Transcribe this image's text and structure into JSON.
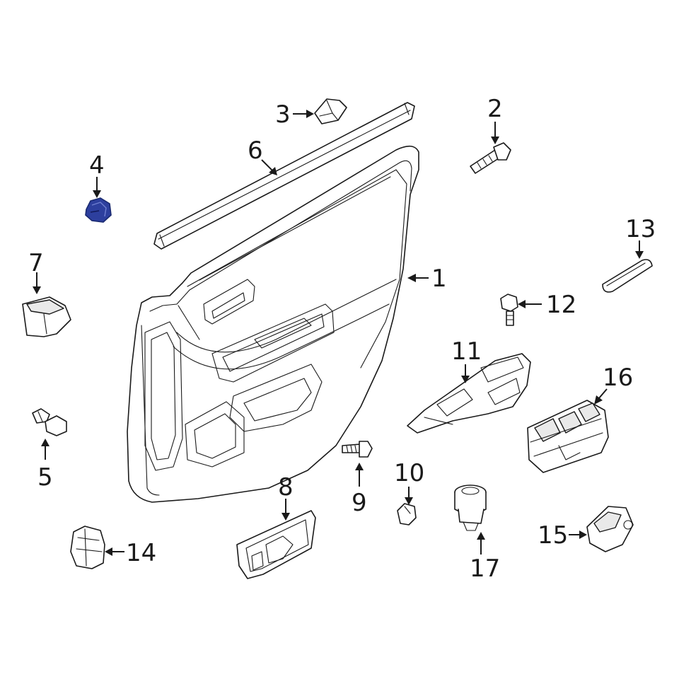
{
  "diagram": {
    "highlight_color": "#2d3f9e",
    "line_color": "#1a1a1a",
    "background_color": "#ffffff",
    "callouts": [
      {
        "id": "1",
        "label": "1"
      },
      {
        "id": "2",
        "label": "2"
      },
      {
        "id": "3",
        "label": "3"
      },
      {
        "id": "4",
        "label": "4",
        "highlighted": true
      },
      {
        "id": "5",
        "label": "5"
      },
      {
        "id": "6",
        "label": "6"
      },
      {
        "id": "7",
        "label": "7"
      },
      {
        "id": "8",
        "label": "8"
      },
      {
        "id": "9",
        "label": "9"
      },
      {
        "id": "10",
        "label": "10"
      },
      {
        "id": "11",
        "label": "11"
      },
      {
        "id": "12",
        "label": "12"
      },
      {
        "id": "13",
        "label": "13"
      },
      {
        "id": "14",
        "label": "14"
      },
      {
        "id": "15",
        "label": "15"
      },
      {
        "id": "16",
        "label": "16"
      },
      {
        "id": "17",
        "label": "17"
      }
    ]
  }
}
